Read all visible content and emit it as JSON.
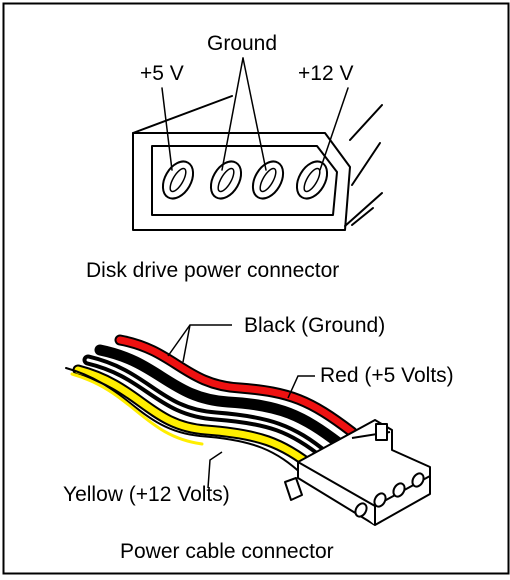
{
  "disk_connector": {
    "label_ground": "Ground",
    "label_plus5": "+5 V",
    "label_plus12": "+12 V",
    "caption": "Disk drive power connector"
  },
  "cable_connector": {
    "label_black": "Black (Ground)",
    "label_red": "Red (+5 Volts)",
    "label_yellow": "Yellow (+12 Volts)",
    "caption": "Power cable connector"
  },
  "colors": {
    "red_wire": "#ee1111",
    "yellow_wire": "#ffee00",
    "black_wire": "#000000",
    "frame": "#000000"
  }
}
